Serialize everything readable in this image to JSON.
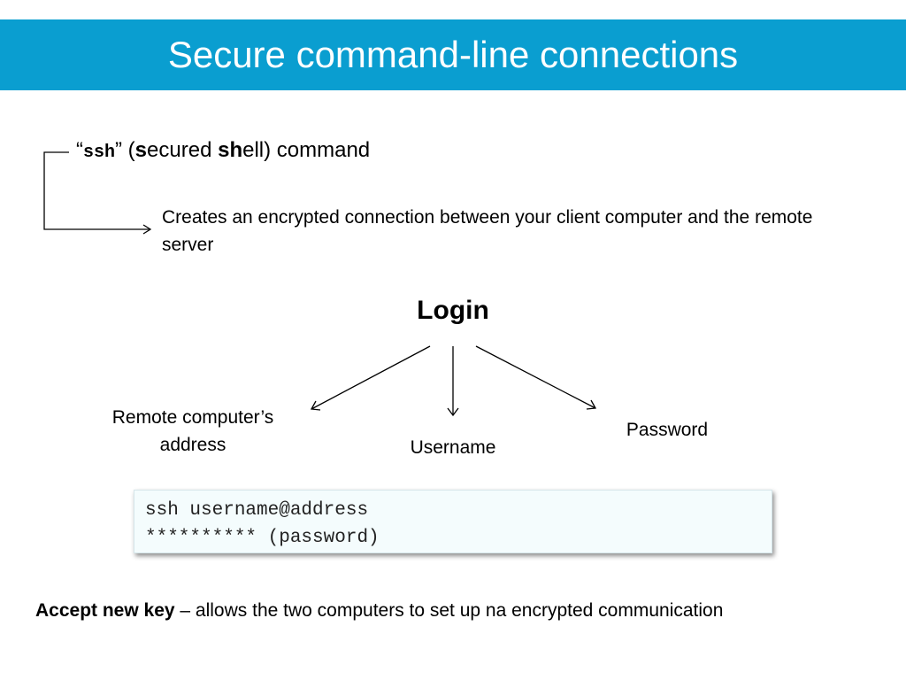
{
  "title": "Secure command-line connections",
  "ssh_heading": {
    "open_quote": "“",
    "command": "ssh",
    "close_quote": "” (",
    "s": "s",
    "ecured": "ecured ",
    "sh": "sh",
    "ell": "ell) command"
  },
  "ssh_description": "Creates an encrypted connection between your client computer and the remote server",
  "login": {
    "title": "Login",
    "items": [
      {
        "label": "Remote computer’s address"
      },
      {
        "label": "Username"
      },
      {
        "label": "Password"
      }
    ]
  },
  "command_box": {
    "line1": "ssh username@address",
    "line2": "********** (password)"
  },
  "footer": {
    "bold": "Accept new key",
    "text": " – allows the two computers to set up na encrypted communication"
  },
  "colors": {
    "title_bar": "#0a9ed0",
    "command_box_bg": "#f4fcfd"
  },
  "icons": [
    "bracket-arrow-icon",
    "arrow-down-left-icon",
    "arrow-down-icon",
    "arrow-down-right-icon"
  ]
}
